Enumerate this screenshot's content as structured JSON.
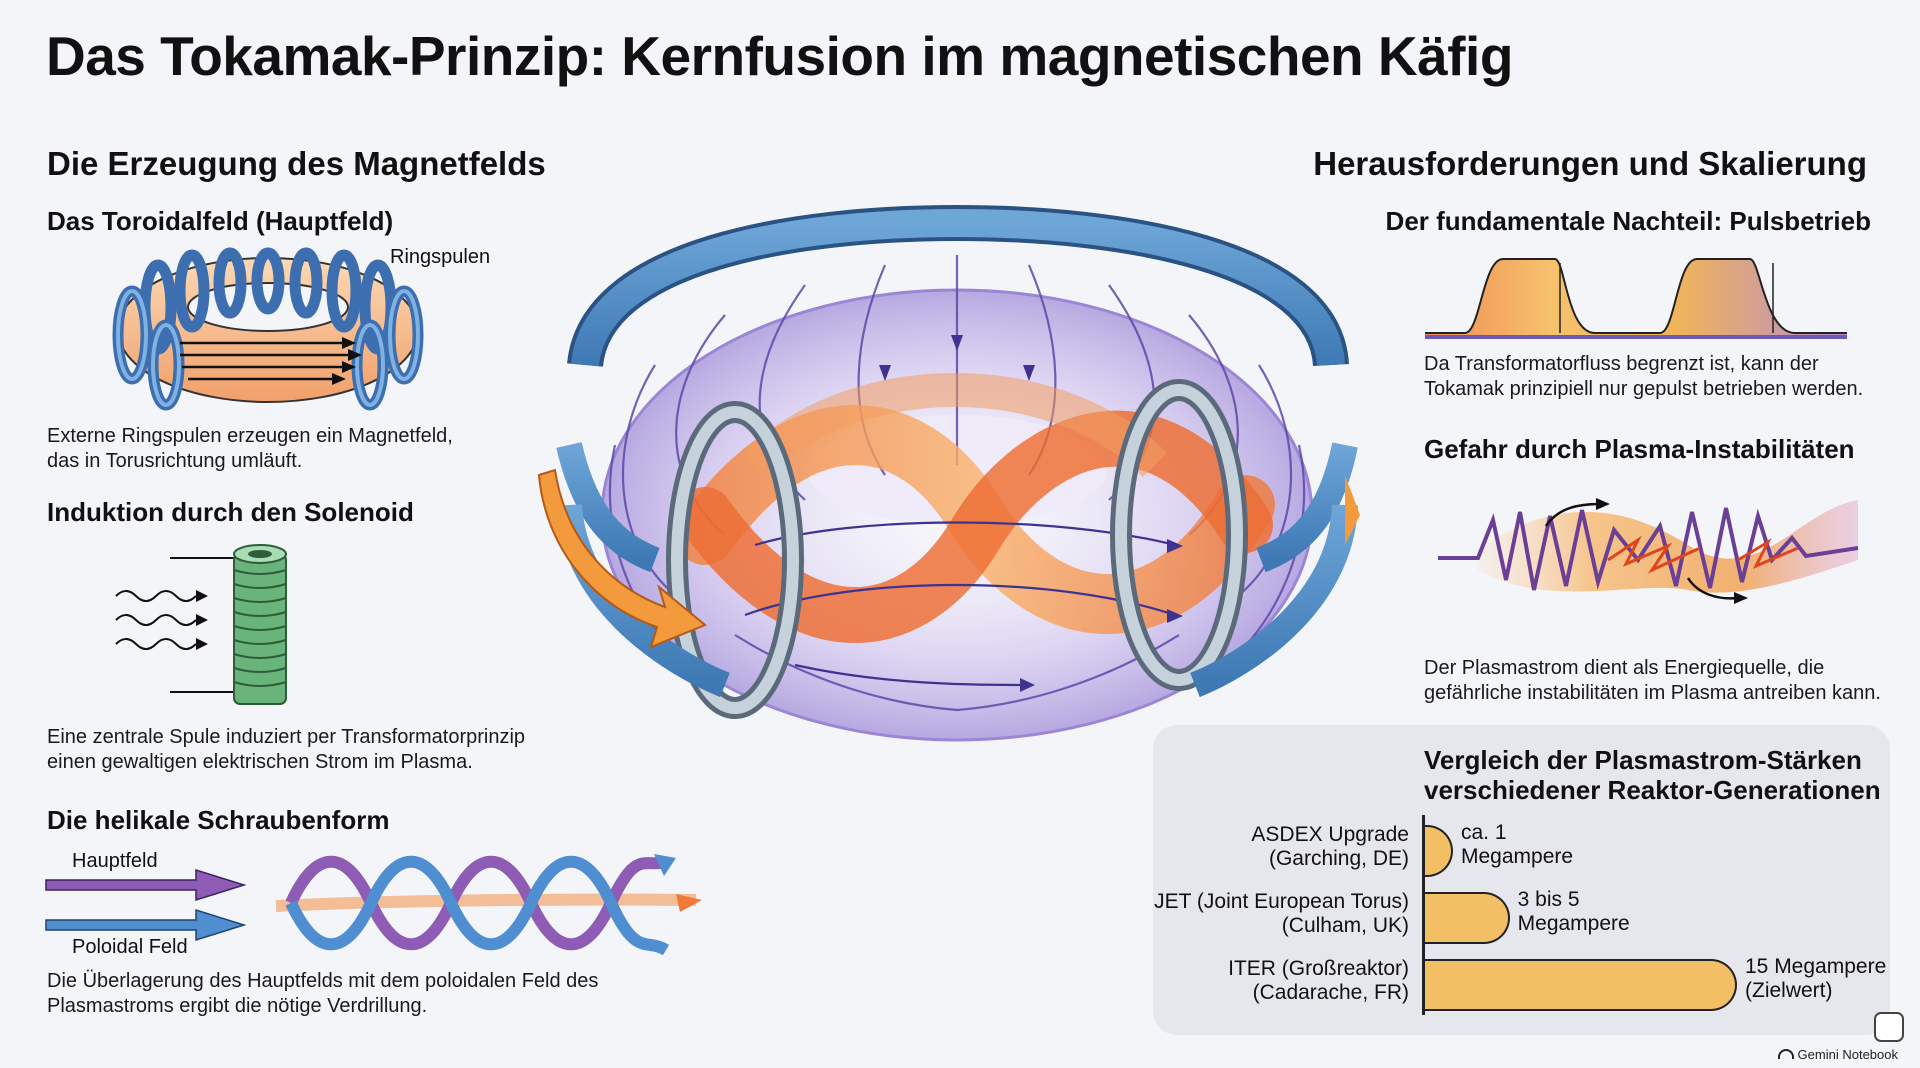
{
  "title": "Das Tokamak-Prinzip: Kernfusion im magnetischen Käfig",
  "left": {
    "heading": "Die Erzeugung des Magnetfelds",
    "toroidal": {
      "heading": "Das Toroidalfeld (Hauptfeld)",
      "coil_label": "Ringspulen",
      "text": "Externe Ringspulen erzeugen ein Magnetfeld, das in Torusrichtung umläuft."
    },
    "solenoid": {
      "heading": "Induktion durch den Solenoid",
      "text": "Eine zentrale Spule induziert per Transformatorprinzip einen gewaltigen elektrischen Strom im Plasma."
    },
    "helix": {
      "heading": "Die helikale Schraubenform",
      "main_label": "Hauptfeld",
      "poloidal_label": "Poloidal Feld",
      "text": "Die Überlagerung des Hauptfelds mit dem poloidalen Feld des Plasmastroms ergibt die nötige Verdrillung."
    }
  },
  "right": {
    "heading": "Herausforderungen und Skalierung",
    "pulse": {
      "heading": "Der fundamentale Nachteil: Pulsbetrieb",
      "text": "Da Transformatorfluss begrenzt ist, kann der Tokamak prinzipiell nur gepulst betrieben werden."
    },
    "instability": {
      "heading": "Gefahr durch Plasma-Instabilitäten",
      "text": "Der Plasmastrom dient als Energiequelle, die gefährliche instabilitäten im Plasma antreiben kann."
    },
    "comparison": {
      "heading": "Vergleich der Plasmastrom-Stärken verschiedener Reaktor-Generationen",
      "rows": [
        {
          "name": "ASDEX Upgrade",
          "site": "(Garching, DE)",
          "value_line1": "ca. 1",
          "value_line2": "Megampere",
          "megaampere": 1
        },
        {
          "name": "JET (Joint European Torus)",
          "site": "(Culham, UK)",
          "value_line1": "3 bis 5",
          "value_line2": "Megampere",
          "megaampere": 4
        },
        {
          "name": "ITER (Großreaktor)",
          "site": "(Cadarache, FR)",
          "value_line1": "15 Megampere",
          "value_line2": "(Zielwert)",
          "megaampere": 15
        }
      ]
    }
  },
  "watermark": "Gemini Notebook",
  "colors": {
    "coil_blue": "#4f8cc4",
    "plasma_orange": "#f07a3a",
    "field_purple": "#7d5db0",
    "bar_fill": "#f3bf64",
    "panel_bg": "#e6e7ec"
  }
}
